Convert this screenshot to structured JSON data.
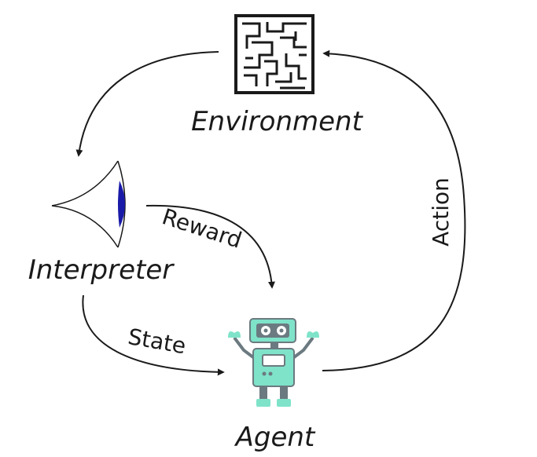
{
  "nodes": {
    "environment": {
      "label": "Environment",
      "icon": "maze-icon"
    },
    "interpreter": {
      "label": "Interpreter",
      "icon": "eye-icon"
    },
    "agent": {
      "label": "Agent",
      "icon": "robot-icon"
    }
  },
  "edges": {
    "reward": {
      "label": "Reward"
    },
    "state": {
      "label": "State"
    },
    "action": {
      "label": "Action"
    }
  },
  "colors": {
    "stroke": "#1a1a1a",
    "robot_body": "#7fe3c9",
    "robot_dark": "#6b7a80",
    "iris": "#1a1aa8",
    "background": "#ffffff"
  }
}
